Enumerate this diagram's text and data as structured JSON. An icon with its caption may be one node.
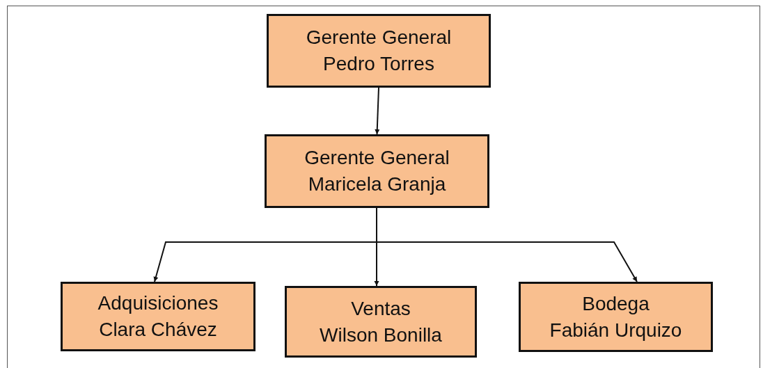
{
  "diagram": {
    "nodes": [
      {
        "text": [
          "Gerente General",
          "Pedro Torres"
        ]
      },
      {
        "text": [
          "Gerente General",
          "Maricela Granja"
        ]
      },
      {
        "text": [
          "Adquisiciones",
          "Clara Chávez"
        ]
      },
      {
        "text": [
          "Ventas",
          "Wilson Bonilla"
        ]
      },
      {
        "text": [
          "Bodega",
          "Fabián Urquizo"
        ]
      }
    ],
    "edges": [
      {
        "from": 0,
        "to": 1,
        "arrow": "to"
      },
      {
        "from": 1,
        "to": 2,
        "arrow": "to"
      },
      {
        "from": 1,
        "to": 3,
        "arrow": "to"
      },
      {
        "from": 1,
        "to": 4,
        "arrow": "to"
      }
    ]
  }
}
